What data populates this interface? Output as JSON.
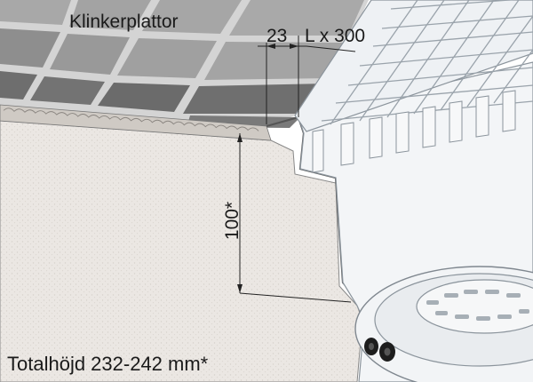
{
  "labels": {
    "tiles": "Klinkerplattor",
    "dim_width": "23",
    "dim_length": "L x 300",
    "dim_depth": "100*",
    "total_height": "Totalhöjd 232-242 mm*"
  },
  "colors": {
    "tile_light": "#a6a6a6",
    "tile_dark": "#6e6e6e",
    "grout": "#d9d9d9",
    "wall": "#ebe7e3",
    "steel": "#f4f6f8",
    "steel_edge": "#8b949c",
    "line": "#2a2a2a"
  }
}
